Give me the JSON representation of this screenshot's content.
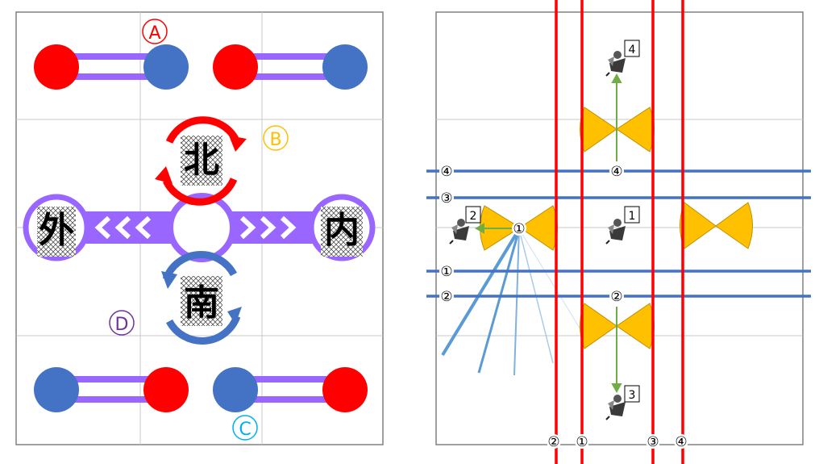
{
  "left_panel": {
    "markers": {
      "a": "A",
      "b": "B",
      "c": "C",
      "d": "D"
    },
    "chars": {
      "north": "北",
      "south": "南",
      "outer": "外",
      "inner": "内"
    }
  },
  "right_panel": {
    "vertical_line_labels": [
      "②",
      "①",
      "③",
      "④"
    ],
    "horizontal_line_labels": [
      "④",
      "③",
      "①",
      "②"
    ],
    "inline_circle_labels": {
      "center": "①",
      "top": "④",
      "bottom": "②"
    },
    "figure_tags": [
      "4",
      "2",
      "1",
      "3"
    ]
  },
  "colors": {
    "red": "#ff0000",
    "blue": "#4472c4",
    "purple": "#9966ff",
    "gold": "#ffc000",
    "green": "#70ad47",
    "grid": "#bfbfbf",
    "marker_a": "#ff0000",
    "marker_b": "#ffc000",
    "marker_c": "#00b0f0",
    "marker_d": "#7030a0"
  }
}
